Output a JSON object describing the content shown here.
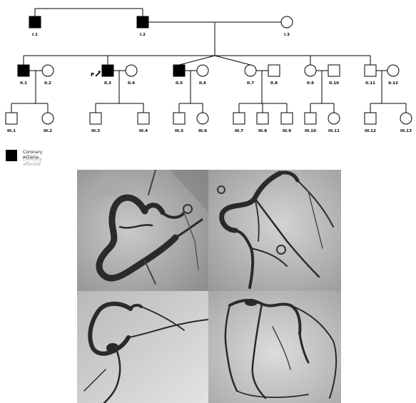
{
  "pedigree": {
    "generation1": [
      {
        "id": "I.1",
        "sex": "male",
        "affected": true
      },
      {
        "id": "I.2",
        "sex": "male",
        "affected": true
      },
      {
        "id": "I.3",
        "sex": "female",
        "affected": false
      }
    ],
    "generation2": [
      {
        "id": "II.1",
        "sex": "male",
        "affected": true
      },
      {
        "id": "II.2",
        "sex": "female",
        "affected": false
      },
      {
        "id": "II.3",
        "sex": "male",
        "affected": true,
        "proband": true
      },
      {
        "id": "II.4",
        "sex": "female",
        "affected": false
      },
      {
        "id": "II.5",
        "sex": "male",
        "affected": true
      },
      {
        "id": "II.6",
        "sex": "female",
        "affected": false
      },
      {
        "id": "II.7",
        "sex": "female",
        "affected": false
      },
      {
        "id": "II.8",
        "sex": "male",
        "affected": false
      },
      {
        "id": "II.9",
        "sex": "female",
        "affected": false
      },
      {
        "id": "II.10",
        "sex": "male",
        "affected": false
      },
      {
        "id": "II.11",
        "sex": "male",
        "affected": false
      },
      {
        "id": "II.12",
        "sex": "female",
        "affected": false
      }
    ],
    "generation3": [
      {
        "id": "III.1",
        "sex": "male",
        "affected": false
      },
      {
        "id": "III.2",
        "sex": "female",
        "affected": false
      },
      {
        "id": "III.3",
        "sex": "male",
        "affected": false
      },
      {
        "id": "III.4",
        "sex": "male",
        "affected": false
      },
      {
        "id": "III.5",
        "sex": "male",
        "affected": false
      },
      {
        "id": "III.6",
        "sex": "female",
        "affected": false
      },
      {
        "id": "III.7",
        "sex": "male",
        "affected": false
      },
      {
        "id": "III.8",
        "sex": "male",
        "affected": false
      },
      {
        "id": "III.9",
        "sex": "male",
        "affected": false
      },
      {
        "id": "III.10",
        "sex": "male",
        "affected": false
      },
      {
        "id": "III.11",
        "sex": "female",
        "affected": false
      },
      {
        "id": "III.12",
        "sex": "male",
        "affected": false
      },
      {
        "id": "III.13",
        "sex": "female",
        "affected": false
      }
    ],
    "proband_marker": "P"
  },
  "legend": {
    "affected_label": "Coronary ectasia",
    "secondary_label": "Clinically affected"
  },
  "angiograms": [
    "angiogram-top-left",
    "angiogram-top-right",
    "angiogram-bottom-left",
    "angiogram-bottom-right"
  ]
}
